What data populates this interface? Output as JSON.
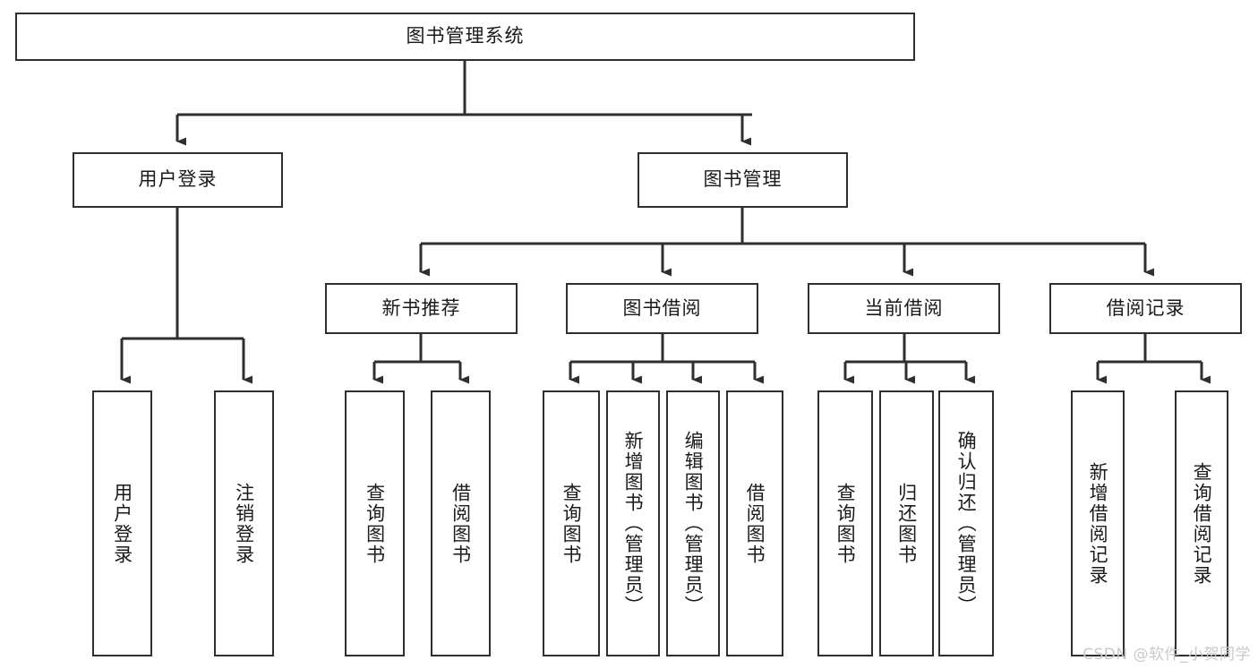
{
  "diagram": {
    "title": "图书管理系统",
    "type": "tree-hierarchy",
    "watermark": "CSDN @软件_小贺同学",
    "colors": {
      "border": "#2f2f2f",
      "background": "#ffffff",
      "text": "#1a1a1a",
      "watermark": "#c9c9c9"
    }
  },
  "root": {
    "label": "图书管理系统"
  },
  "level2": [
    {
      "label": "用户登录"
    },
    {
      "label": "图书管理"
    }
  ],
  "level3": [
    {
      "label": "新书推荐"
    },
    {
      "label": "图书借阅"
    },
    {
      "label": "当前借阅"
    },
    {
      "label": "借阅记录"
    }
  ],
  "leaves": {
    "user_login": [
      {
        "label": "用户登录"
      },
      {
        "label": "注销登录"
      }
    ],
    "new_book": [
      {
        "label": "查询图书"
      },
      {
        "label": "借阅图书"
      }
    ],
    "book_borrow": [
      {
        "label": "查询图书"
      },
      {
        "label": "新增图书（管理员）"
      },
      {
        "label": "编辑图书（管理员）"
      },
      {
        "label": "借阅图书"
      }
    ],
    "current_borrow": [
      {
        "label": "查询图书"
      },
      {
        "label": "归还图书"
      },
      {
        "label": "确认归还（管理员）"
      }
    ],
    "borrow_record": [
      {
        "label": "新增借阅记录"
      },
      {
        "label": "查询借阅记录"
      }
    ]
  }
}
